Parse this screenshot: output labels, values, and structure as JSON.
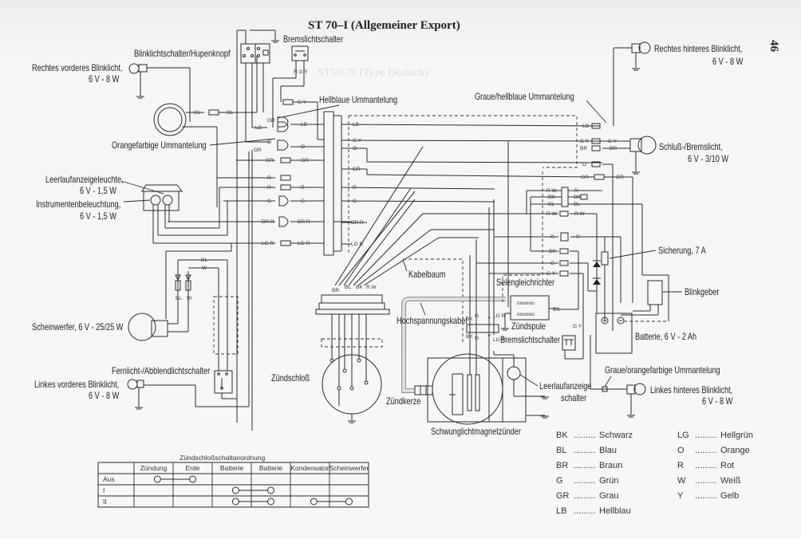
{
  "title": "ST 70–I (Allgemeiner Export)",
  "page_number": "46",
  "ghost_text": "ST50·70 (Type Deutsch)",
  "components": {
    "rechtes_vorderes_blinklicht": {
      "name": "Rechtes vorderes Blinklicht,",
      "spec": "6 V - 8 W"
    },
    "blinklichtschalter": {
      "name": "Blinklichtschalter/Hupenknopf"
    },
    "bremslichtschalter_front": {
      "name": "Bremslichtschalter",
      "wires": "R  G Y"
    },
    "hellblaue_ummantelung": {
      "name": "Hellblaue Ummantelung"
    },
    "orangefarbige_ummantelung": {
      "name": "Orangefarbige Ummantelung"
    },
    "leerlaufanzeigeleuchte": {
      "name": "Leerlaufanzeigeleuchte,",
      "spec": "6 V - 1,5 W"
    },
    "instrumentenbeleuchtung": {
      "name": "Instrumentenbeleuchtung,",
      "spec": "6 V - 1,5 W"
    },
    "scheinwerfer": {
      "name": "Scheinwerfer, 6 V - 25/25 W"
    },
    "fernlicht_schalter": {
      "name": "Fernlicht-/Abblendlichtschalter"
    },
    "linkes_vorderes_blinklicht": {
      "name": "Linkes vorderes Blinklicht,",
      "spec": "6 V - 8 W"
    },
    "zuendschloss": {
      "name": "Zündschloß"
    },
    "kabelbaum": {
      "name": "Kabelbaum"
    },
    "hochspannungskabel": {
      "name": "Hochspannungskabel"
    },
    "zuendspule": {
      "name": "Zündspule"
    },
    "bremslichtschalter_rear": {
      "name": "Bremslichtschalter"
    },
    "zuendkerze": {
      "name": "Zündkerze"
    },
    "schwunglichtmagnetzuender": {
      "name": "Schwunglichtmagnetzünder"
    },
    "leerlaufanzeigeschalter": {
      "name": "Leerlaufanzeige",
      "name2": "schalter"
    },
    "rechtes_hinteres_blinklicht": {
      "name": "Rechtes hinteres Blinklicht,",
      "spec": "6 V - 8 W"
    },
    "graue_hellblaue": {
      "name": "Graue/hellblaue Ummantelung"
    },
    "schluss_bremslicht": {
      "name": "Schluß-/Bremslicht,",
      "spec": "6 V - 3/10 W"
    },
    "selengleichrichter": {
      "name": "Selengleichrichter"
    },
    "sicherung": {
      "name": "Sicherung, 7 A"
    },
    "blinkgeber": {
      "name": "Blinkgeber"
    },
    "batterie": {
      "name": "Batterie, 6 V - 2 Ah"
    },
    "graue_orange": {
      "name": "Graue/orangefarbige Ummantelung"
    },
    "linkes_hinteres_blinklicht": {
      "name": "Linkes hinteres Blinklicht,",
      "spec": "6 V - 8 W"
    }
  },
  "wire_labels": {
    "gl": "GL",
    "lb": "LB",
    "gr": "GR",
    "o": "O",
    "r": "R",
    "g": "G",
    "brr": "BR R",
    "lgr": "LG R",
    "gy": "G Y",
    "br": "BR",
    "bk": "BK",
    "bl": "BL",
    "rw": "R W",
    "w": "W",
    "y": "Y"
  },
  "switch_table": {
    "title": "Zündschloßschaltanordnung",
    "columns": [
      "Zündung",
      "Erde",
      "Batterie",
      "Batterie",
      "Kondensator",
      "Scheinwerfer"
    ],
    "rows": [
      {
        "label": "Aus",
        "connections": [
          [
            0,
            1
          ]
        ]
      },
      {
        "label": "I",
        "connections": [
          [
            2,
            3
          ]
        ]
      },
      {
        "label": "II",
        "connections": [
          [
            2,
            3
          ],
          [
            4,
            5
          ]
        ]
      }
    ]
  },
  "color_legend": [
    {
      "code": "BK",
      "dots": ".........",
      "color": "Schwarz"
    },
    {
      "code": "BL",
      "dots": ".........",
      "color": "Blau"
    },
    {
      "code": "BR",
      "dots": ".........",
      "color": "Braun"
    },
    {
      "code": "G",
      "dots": ".........",
      "color": "Grün"
    },
    {
      "code": "GR",
      "dots": ".........",
      "color": "Grau"
    },
    {
      "code": "LB",
      "dots": ".........",
      "color": "Hellblau"
    },
    {
      "code": "LG",
      "dots": ".........",
      "color": "Hellgrün"
    },
    {
      "code": "O",
      "dots": ".........",
      "color": "Orange"
    },
    {
      "code": "R",
      "dots": ".........",
      "color": "Rot"
    },
    {
      "code": "W",
      "dots": ".........",
      "color": "Weiß"
    },
    {
      "code": "Y",
      "dots": ".........",
      "color": "Gelb"
    }
  ]
}
